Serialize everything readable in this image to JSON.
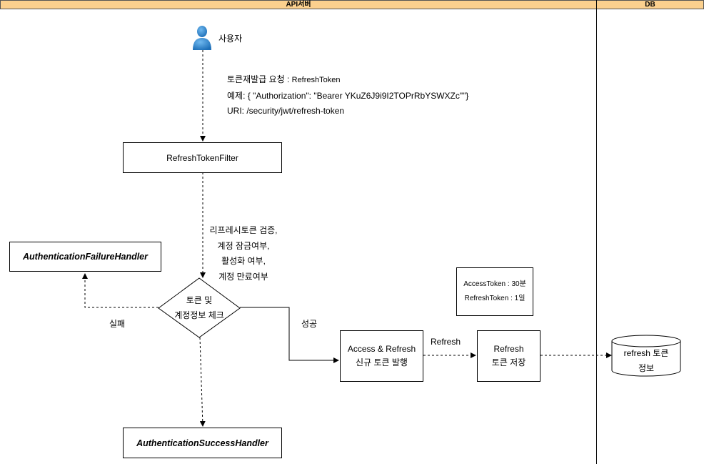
{
  "lanes": {
    "api_server": "API서버",
    "db": "DB"
  },
  "user": {
    "label": "사용자"
  },
  "request_note": {
    "line1_prefix": "토큰재발급 요청 : ",
    "line1_value": "RefreshToken",
    "line2": "예제: { \"Authorization\": \"Bearer YKuZ6J9i9I2TOPrRbYSWXZc\"\"}",
    "line3": "URI: /security/jwt/refresh-token"
  },
  "filter_box": {
    "label": "RefreshTokenFilter"
  },
  "validation_note": {
    "line1": "리프레시토큰 검증,",
    "line2": "계정 잠금여부,",
    "line3": "활성화 여부,",
    "line4": "계정 만료여부"
  },
  "decision": {
    "line1": "토큰 및",
    "line2": "계정정보 체크"
  },
  "failure_handler": {
    "label": "AuthenticationFailureHandler"
  },
  "success_handler": {
    "label": "AuthenticationSuccessHandler"
  },
  "edges": {
    "fail_label": "실패",
    "success_label": "성공",
    "refresh_label": "Refresh"
  },
  "issue_box": {
    "line1": "Access & Refresh",
    "line2": "신규 토큰 발행"
  },
  "ttl_box": {
    "line1": "AccessToken : 30분",
    "line2": "RefreshToken : 1일"
  },
  "save_box": {
    "line1": "Refresh",
    "line2": "토큰 저장"
  },
  "db_store": {
    "line1": "refresh 토큰",
    "line2": "정보"
  }
}
